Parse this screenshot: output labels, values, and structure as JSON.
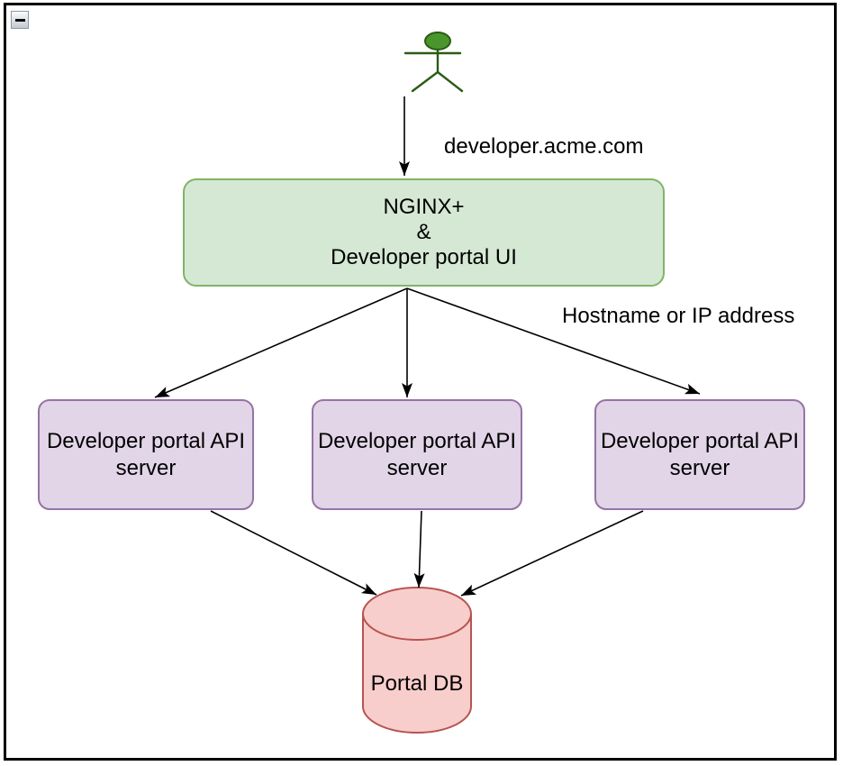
{
  "window": {
    "icons": {
      "collapse_icon": "minus-bar"
    }
  },
  "colors": {
    "gateway_fill": "#d5e8d4",
    "gateway_stroke": "#82b366",
    "server_fill": "#e1d5e7",
    "server_stroke": "#9673a6",
    "database_fill": "#f8cecc",
    "database_stroke": "#b85450",
    "actor_fill": "#4b962c",
    "actor_stroke": "#2a5c15",
    "edge_color": "#000000",
    "frame_border": "#000000"
  },
  "edges": {
    "user_to_gateway_label": "developer.acme.com",
    "gateway_to_servers_label": "Hostname or IP address"
  },
  "nodes": {
    "gateway": {
      "lines": [
        "NGINX+",
        "&",
        "Developer portal UI"
      ]
    },
    "api_servers": [
      {
        "label": "Developer portal API server"
      },
      {
        "label": "Developer portal API server"
      },
      {
        "label": "Developer portal API server"
      }
    ],
    "database": {
      "label": "Portal DB"
    }
  }
}
